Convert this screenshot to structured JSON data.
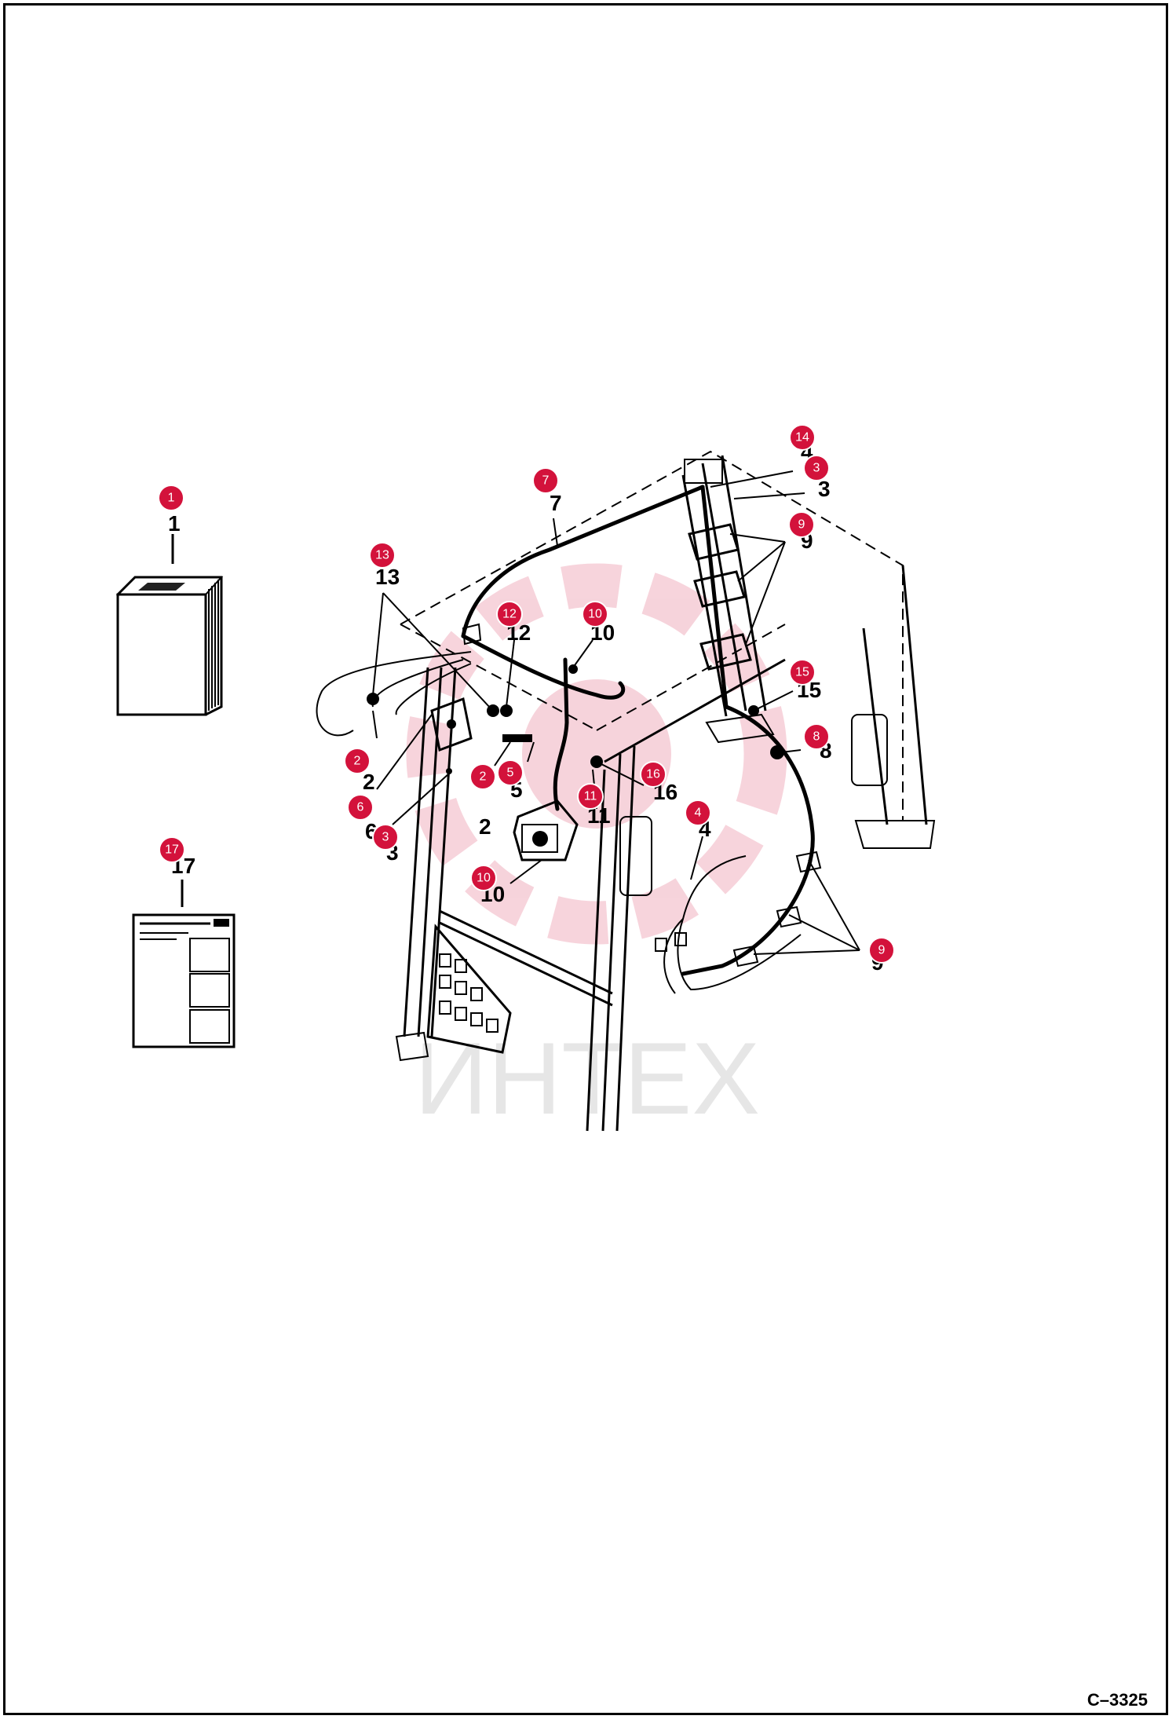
{
  "figure_code": "C–3325",
  "watermark": "ИНТЕХ",
  "callout_color": "#d3123b",
  "callouts": [
    {
      "num": "1",
      "cx": 0,
      "cy": 0
    },
    {
      "num": "13"
    },
    {
      "num": "12"
    },
    {
      "num": "10"
    },
    {
      "num": "7"
    },
    {
      "num": "14"
    },
    {
      "num": "3"
    },
    {
      "num": "9"
    },
    {
      "num": "15"
    },
    {
      "num": "8"
    },
    {
      "num": "2"
    },
    {
      "num": "6"
    },
    {
      "num": "3"
    },
    {
      "num": "2"
    },
    {
      "num": "5"
    },
    {
      "num": "16"
    },
    {
      "num": "11"
    },
    {
      "num": "4"
    },
    {
      "num": "10"
    },
    {
      "num": "9"
    },
    {
      "num": "17"
    }
  ],
  "part_labels": [
    "1",
    "13",
    "12",
    "10",
    "7",
    "4",
    "3",
    "9",
    "15",
    "8",
    "2",
    "6",
    "3",
    "2",
    "5",
    "16",
    "11",
    "4",
    "10",
    "9",
    "17"
  ]
}
